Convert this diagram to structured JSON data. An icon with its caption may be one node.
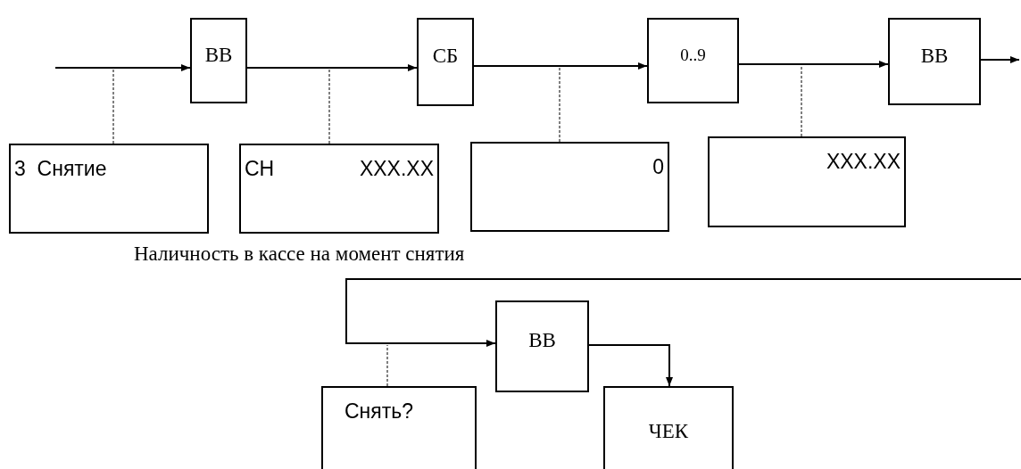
{
  "diagram": {
    "nodes": [
      {
        "text": [
          "ВВ"
        ]
      },
      {
        "text": [
          "СБ"
        ]
      },
      {
        "text": [
          "0..9"
        ]
      },
      {
        "text": [
          "ВВ"
        ]
      },
      {
        "text": [
          "3  Снятие"
        ]
      },
      {
        "text": [
          "СН",
          "XXX.XX"
        ]
      },
      {
        "text": [
          "0"
        ]
      },
      {
        "text": [
          "XXX.XX"
        ]
      },
      {
        "text": [
          "ВВ"
        ]
      },
      {
        "text": [
          "Снять?"
        ]
      },
      {
        "text": [
          "ЧЕК"
        ]
      }
    ],
    "edges": [
      {
        "from": null,
        "to": 0,
        "arrow": "to"
      },
      {
        "from": 0,
        "to": 1,
        "arrow": "to"
      },
      {
        "from": 1,
        "to": 2,
        "arrow": "to"
      },
      {
        "from": 2,
        "to": 3,
        "arrow": "to"
      },
      {
        "from": 3,
        "to": null,
        "arrow": "to"
      },
      {
        "from": null,
        "to": 8,
        "arrow": "to"
      },
      {
        "from": 8,
        "to": 10,
        "arrow": "to"
      },
      {
        "from": 4,
        "to": null,
        "arrow": "none",
        "style": "dashed"
      },
      {
        "from": 5,
        "to": null,
        "arrow": "none",
        "style": "dashed"
      },
      {
        "from": 6,
        "to": null,
        "arrow": "none",
        "style": "dashed"
      },
      {
        "from": 7,
        "to": null,
        "arrow": "none",
        "style": "dashed"
      },
      {
        "from": 9,
        "to": null,
        "arrow": "none",
        "style": "dashed"
      }
    ],
    "labels": [
      "Наличность в кассе на момент снятия"
    ]
  }
}
